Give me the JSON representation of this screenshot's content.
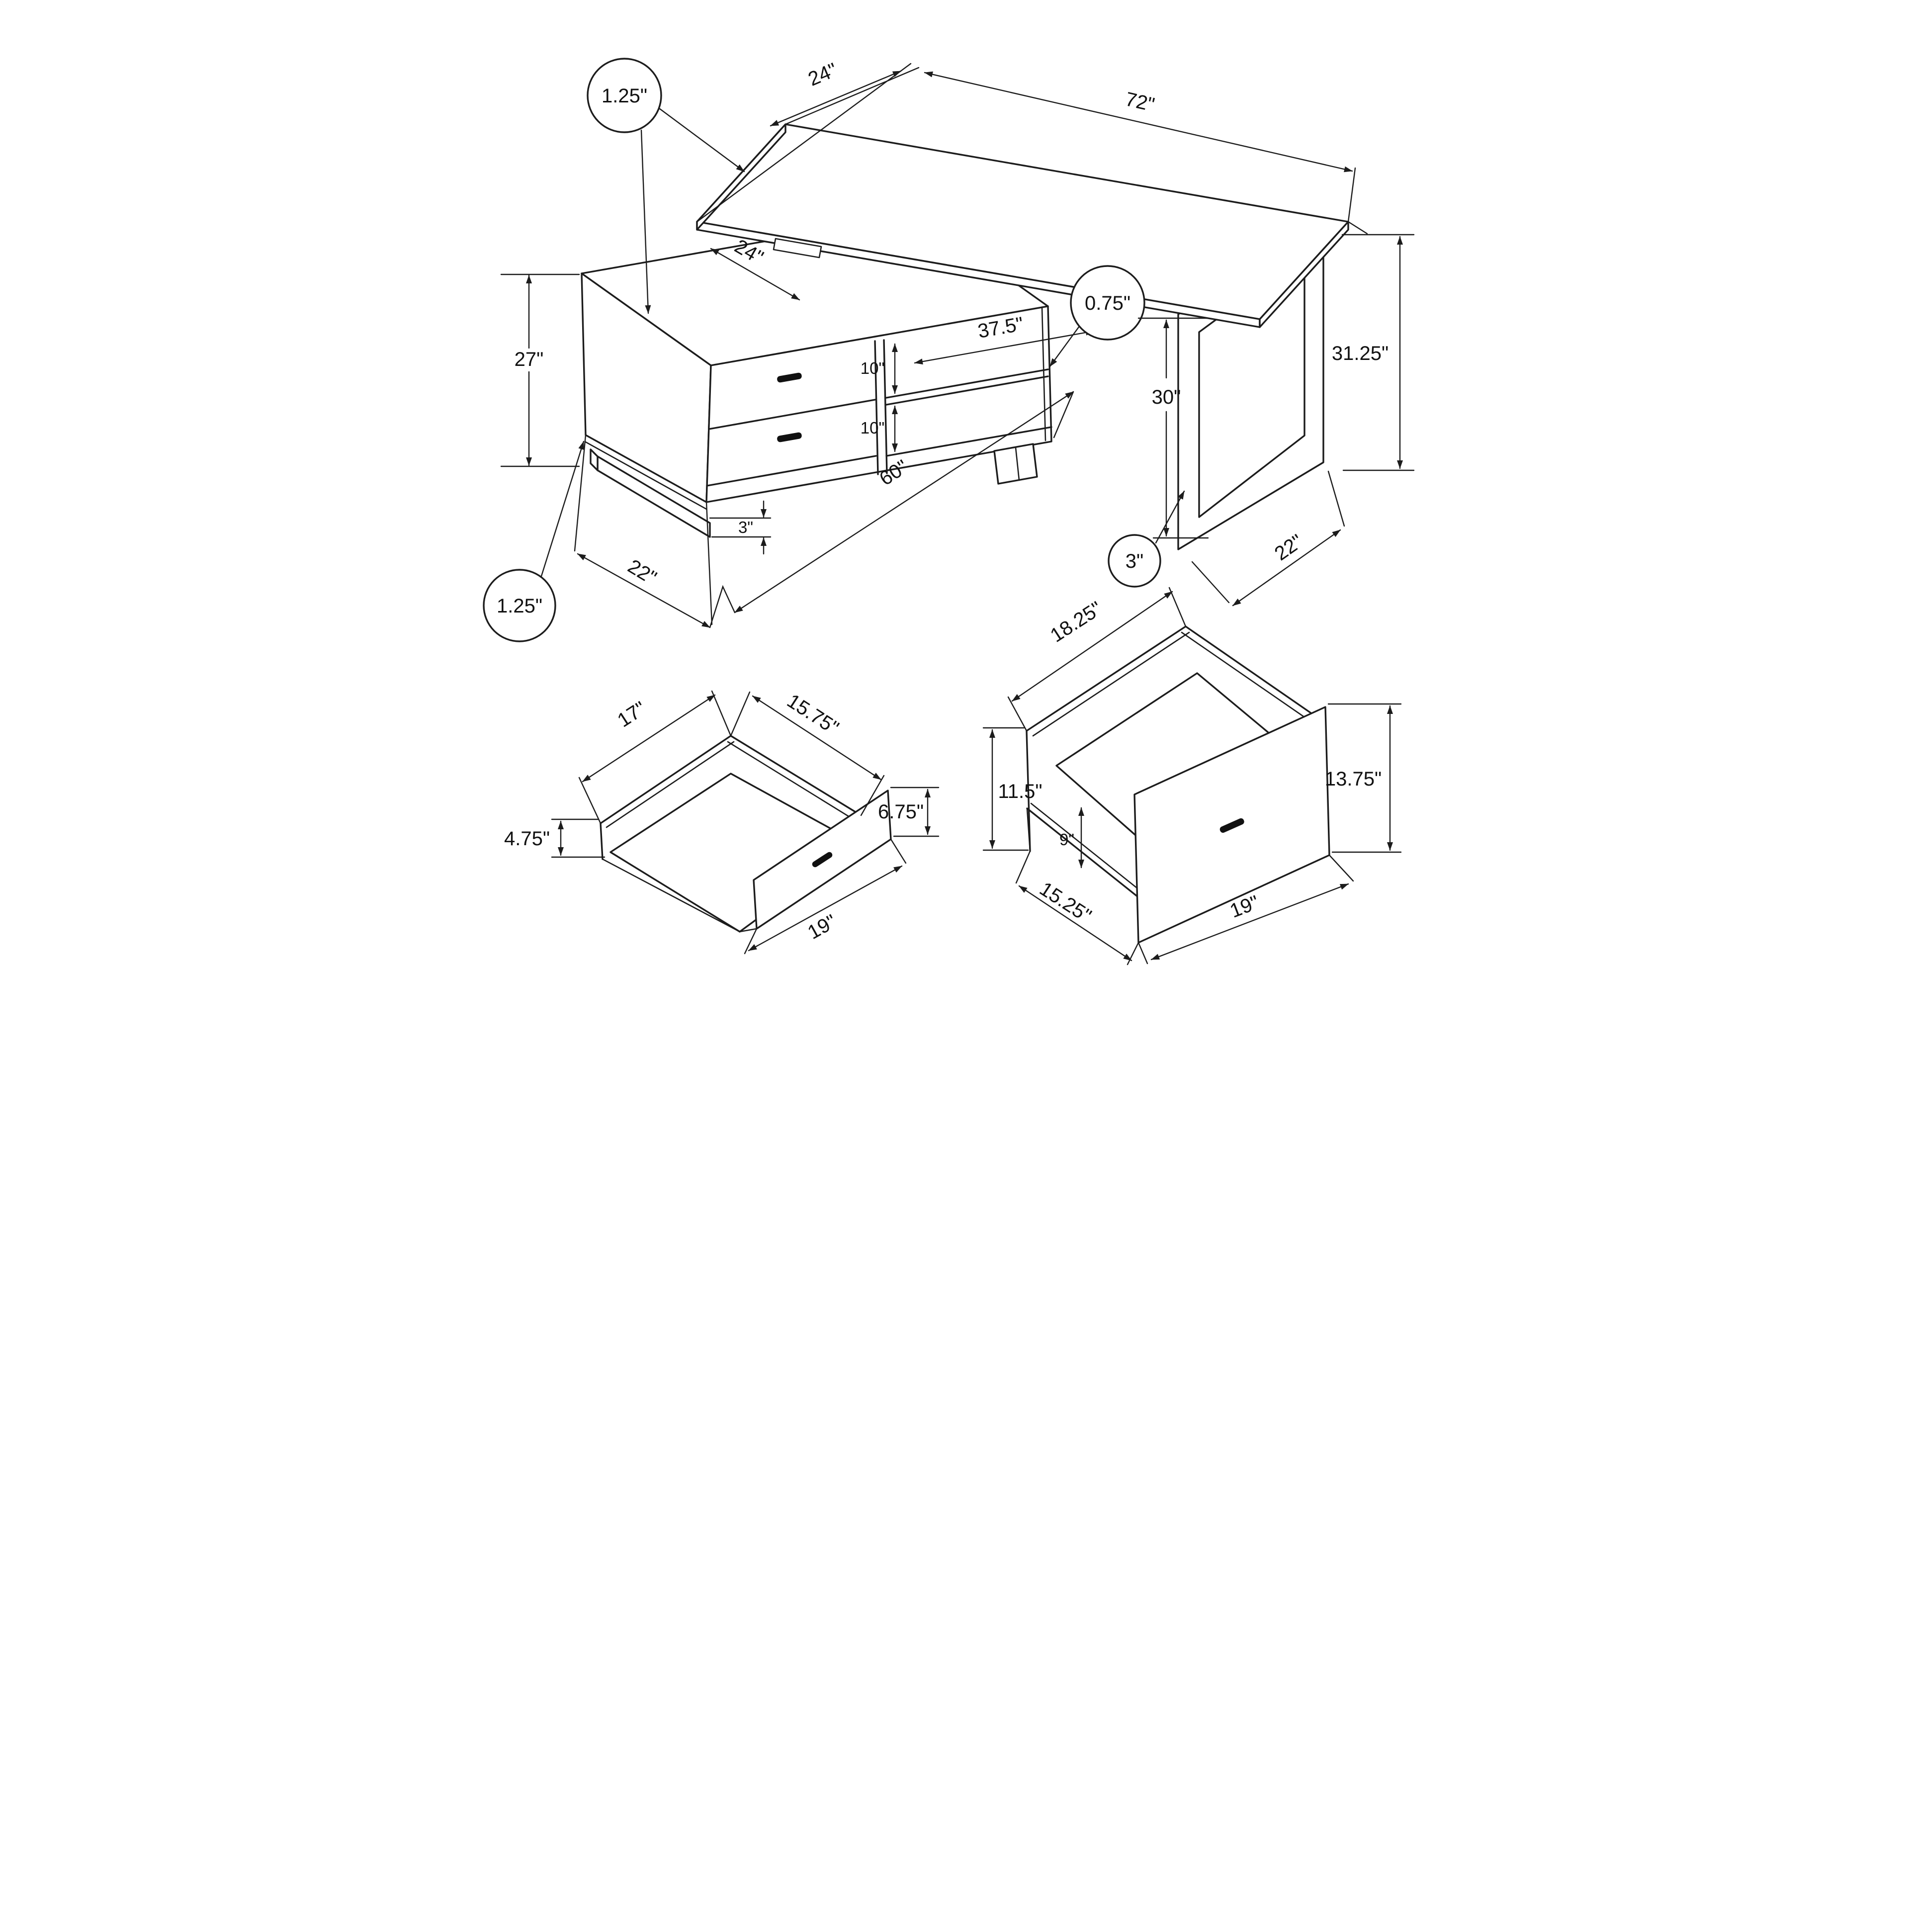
{
  "diagram": {
    "kind": "furniture-dimension-line-drawing",
    "product": "l-shaped-desk-with-drawers",
    "main_view": {
      "desktop_depth": "24\"",
      "desktop_length": "72\"",
      "desktop_thickness_callout": "1.25\"",
      "credenza_top_depth": "24\"",
      "credenza_height": "27\"",
      "opening_upper_height": "10\"",
      "shelf_length": "37.5\"",
      "shelf_thickness_callout": "0.75\"",
      "opening_lower_height": "10\"",
      "knee_clearance_height": "30\"",
      "overall_height": "31.25\"",
      "credenza_length": "60\"",
      "kick_height": "3\"",
      "credenza_depth": "22\"",
      "bottom_panel_thickness_callout": "1.25\"",
      "leg_frame_thickness_callout": "3\"",
      "leg_depth": "22\""
    },
    "small_drawer_view": {
      "inner_width": "17\"",
      "inner_depth": "15.75\"",
      "side_height": "4.75\"",
      "front_height": "6.75\"",
      "front_width": "19\""
    },
    "large_drawer_view": {
      "top_width": "18.25\"",
      "side_height": "11.5\"",
      "inner_front_height": "9\"",
      "front_height": "13.75\"",
      "bottom_width": "15.25\"",
      "front_width": "19\""
    }
  }
}
